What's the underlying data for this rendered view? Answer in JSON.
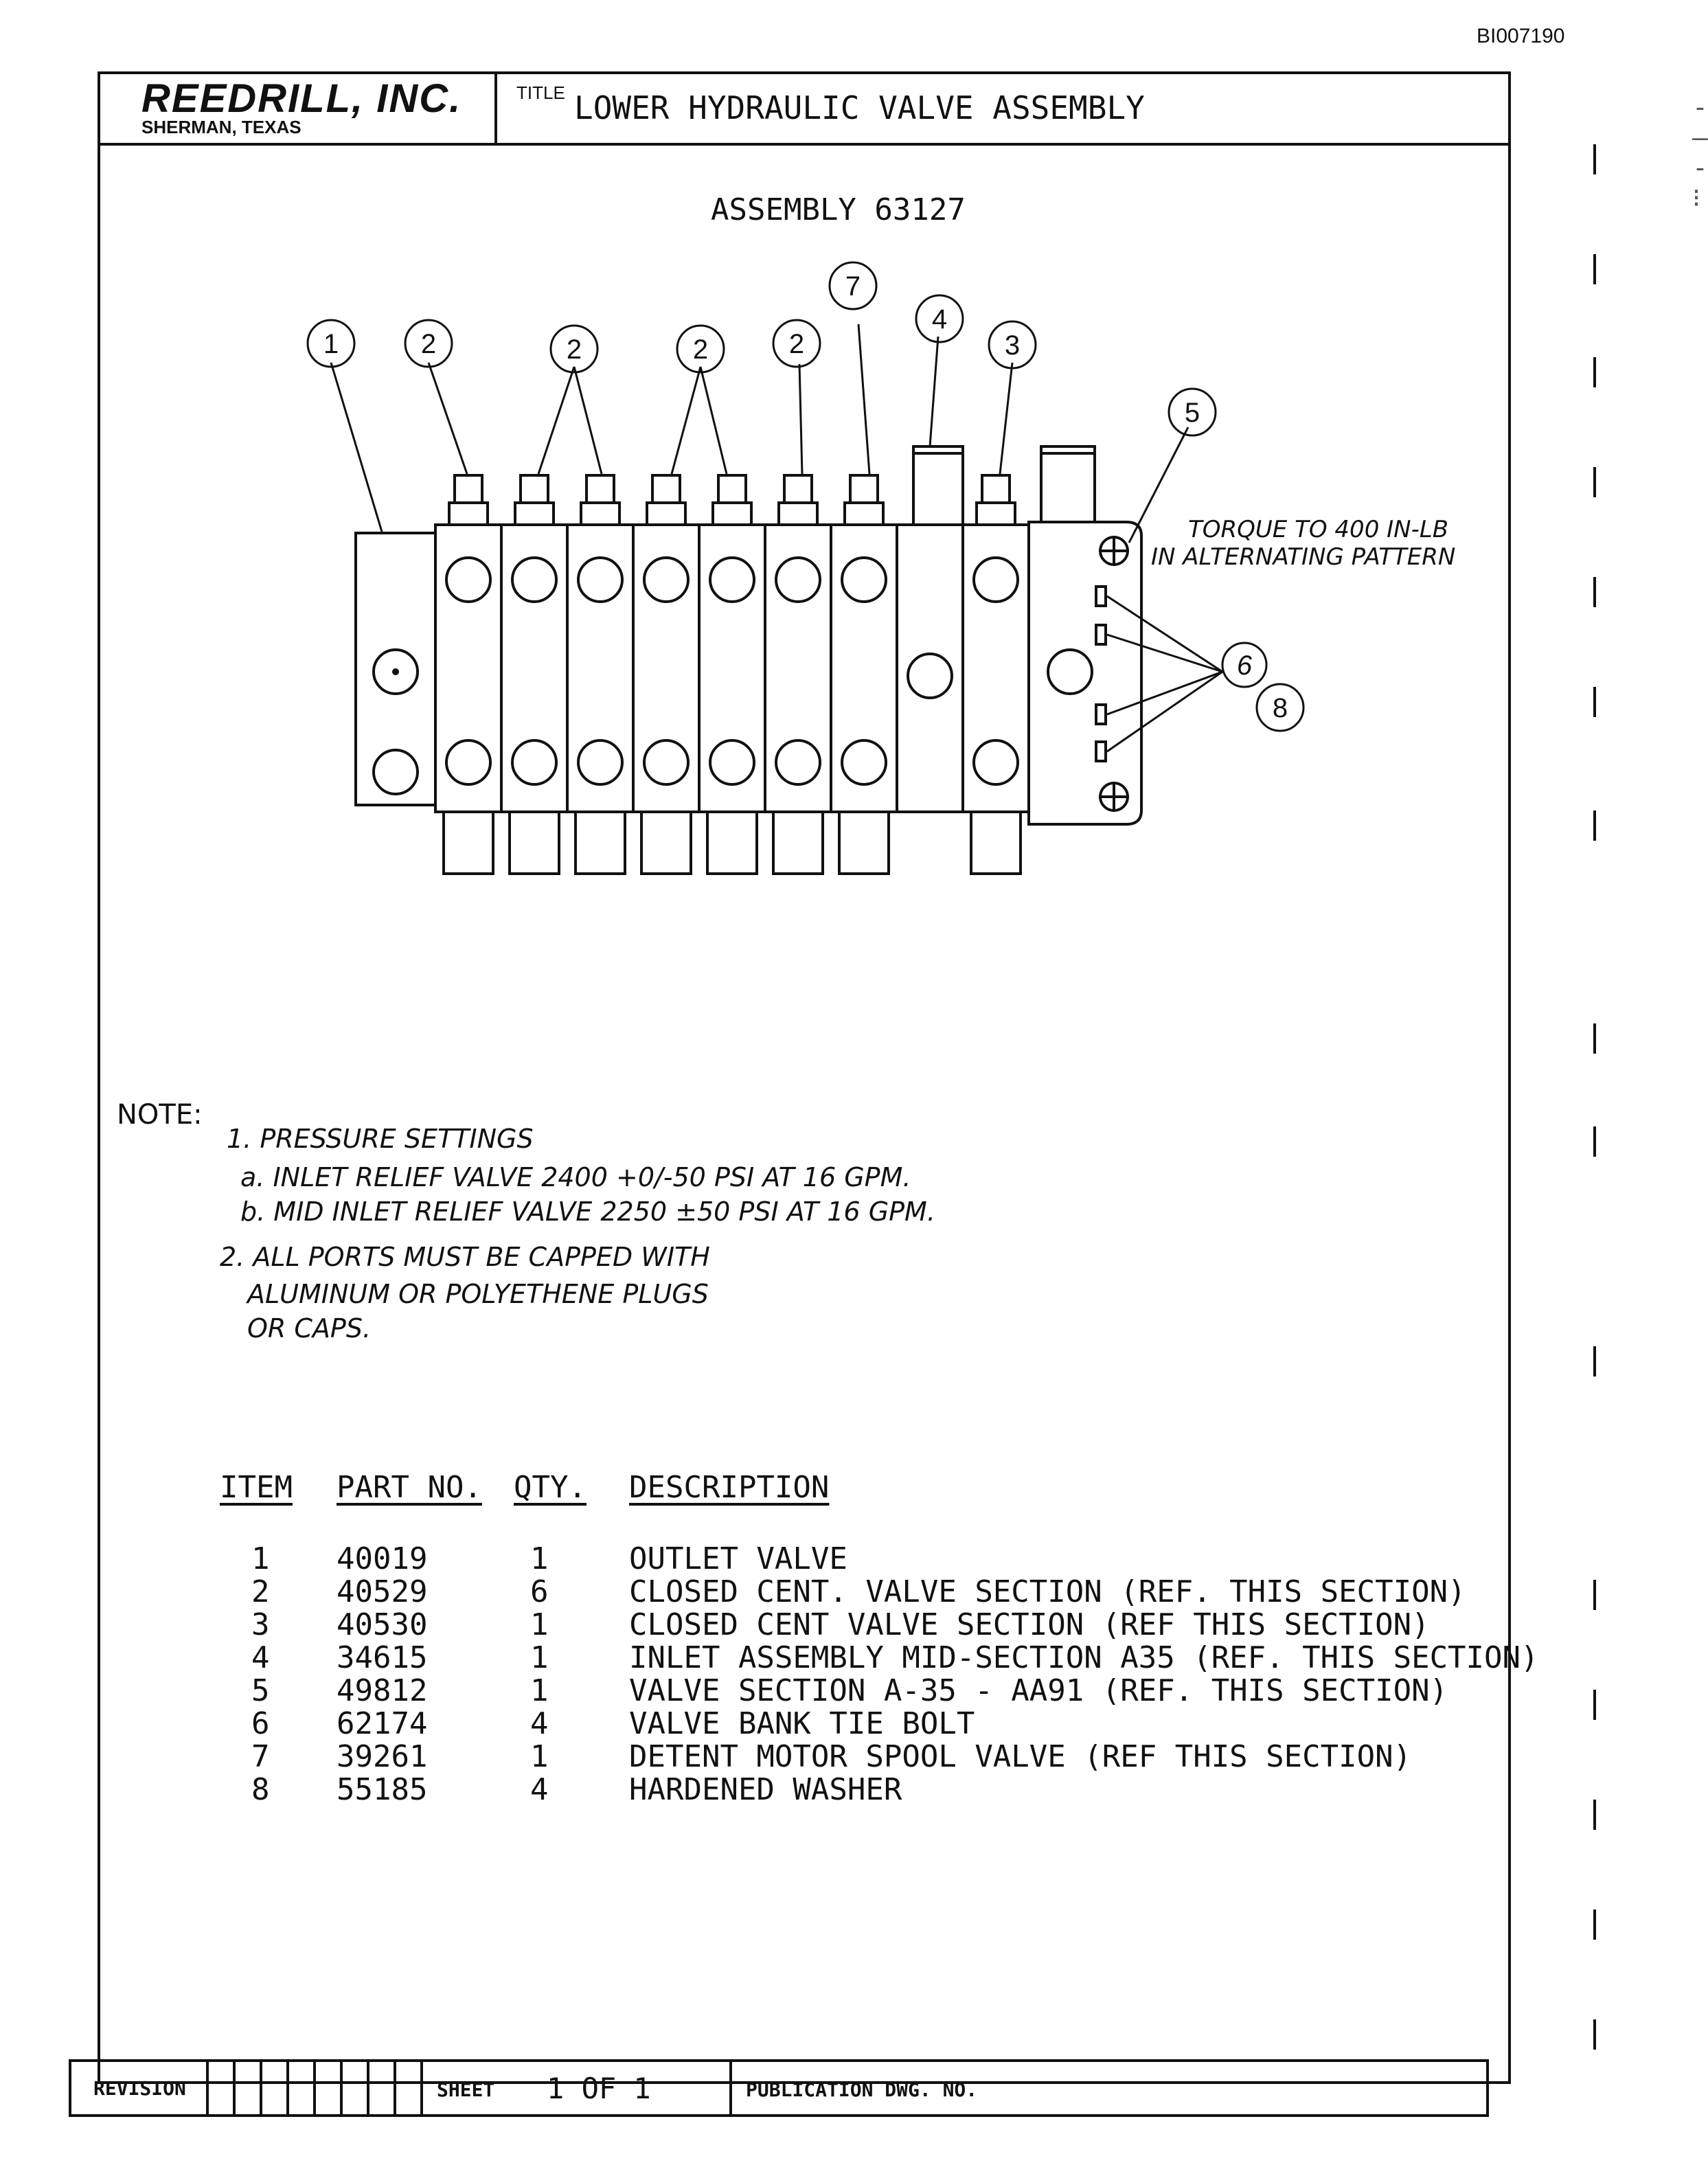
{
  "doc_id": "BI007190",
  "title_block": {
    "company": "REEDRILL, INC.",
    "location": "SHERMAN, TEXAS",
    "title_label": "TITLE",
    "title": "LOWER HYDRAULIC VALVE ASSEMBLY"
  },
  "assembly_heading": "ASSEMBLY 63127",
  "callouts": [
    "1",
    "2",
    "2",
    "2",
    "2",
    "7",
    "4",
    "3",
    "5",
    "6",
    "8"
  ],
  "torque_note": [
    "TORQUE TO 400 IN-LB",
    "IN ALTERNATING PATTERN"
  ],
  "notes": {
    "heading": "NOTE:",
    "lines": [
      "1. PRESSURE SETTINGS",
      "a. INLET RELIEF VALVE 2400 +0/-50 PSI AT 16 GPM.",
      "b. MID INLET RELIEF VALVE 2250 ±50 PSI AT 16 GPM.",
      "2. ALL PORTS MUST BE CAPPED WITH",
      "ALUMINUM OR POLYETHENE PLUGS",
      "OR CAPS."
    ]
  },
  "parts_table": {
    "headers": [
      "ITEM",
      "PART NO.",
      "QTY.",
      "DESCRIPTION"
    ],
    "rows": [
      {
        "item": "1",
        "part": "40019",
        "qty": "1",
        "desc": "OUTLET VALVE"
      },
      {
        "item": "2",
        "part": "40529",
        "qty": "6",
        "desc": "CLOSED CENT. VALVE SECTION (REF. THIS SECTION)"
      },
      {
        "item": "3",
        "part": "40530",
        "qty": "1",
        "desc": "CLOSED CENT VALVE SECTION (REF THIS SECTION)"
      },
      {
        "item": "4",
        "part": "34615",
        "qty": "1",
        "desc": "INLET ASSEMBLY MID-SECTION A35 (REF. THIS SECTION)"
      },
      {
        "item": "5",
        "part": "49812",
        "qty": "1",
        "desc": "VALVE SECTION A-35 - AA91 (REF. THIS SECTION)"
      },
      {
        "item": "6",
        "part": "62174",
        "qty": "4",
        "desc": "VALVE BANK TIE BOLT"
      },
      {
        "item": "7",
        "part": "39261",
        "qty": "1",
        "desc": "DETENT MOTOR SPOOL VALVE  (REF THIS SECTION)"
      },
      {
        "item": "8",
        "part": "55185",
        "qty": "4",
        "desc": "HARDENED WASHER"
      }
    ]
  },
  "bottom_bar": {
    "revision_label": "REVISION",
    "sheet_label": "SHEET",
    "sheet_value": "1 OF 1",
    "publication_label": "PUBLICATION DWG. NO."
  }
}
